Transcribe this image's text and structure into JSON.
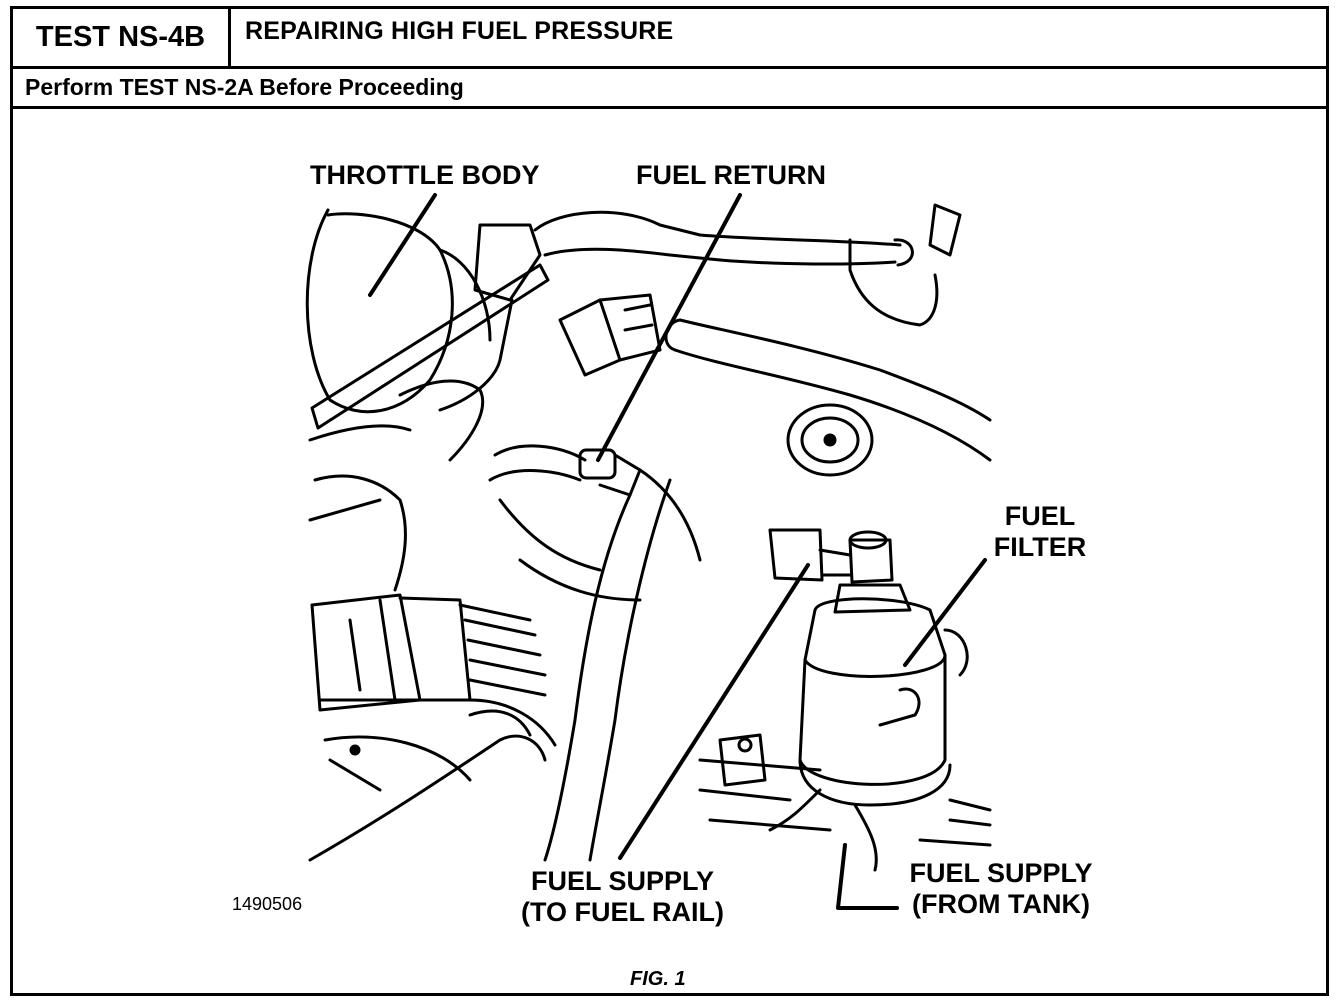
{
  "header": {
    "test_id": "TEST NS-4B",
    "title": "REPAIRING HIGH FUEL PRESSURE",
    "subtitle": "Perform TEST NS-2A Before Proceeding"
  },
  "figure": {
    "labels": {
      "throttle_body": "THROTTLE BODY",
      "fuel_return": "FUEL RETURN",
      "fuel_filter_line1": "FUEL",
      "fuel_filter_line2": "FILTER",
      "supply_rail_line1": "FUEL SUPPLY",
      "supply_rail_line2": "(TO FUEL RAIL)",
      "supply_tank_line1": "FUEL SUPPLY",
      "supply_tank_line2": "(FROM TANK)"
    },
    "figure_number": "1490506",
    "caption": "FIG. 1"
  }
}
